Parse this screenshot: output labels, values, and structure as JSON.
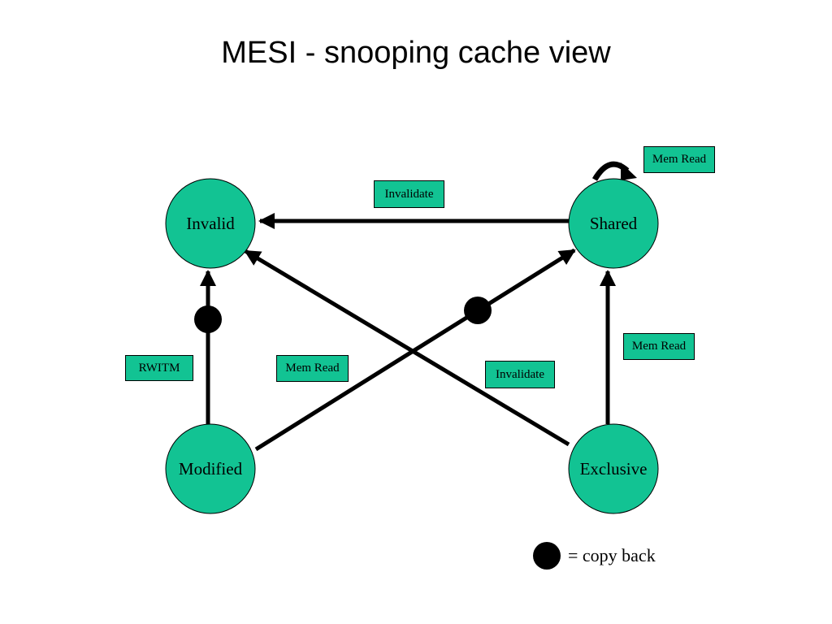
{
  "title": "MESI - snooping cache view",
  "colors": {
    "state_fill": "#12c393",
    "outline": "#000000",
    "arrow": "#000000",
    "label_fill": "#12c393"
  },
  "states": {
    "invalid": "Invalid",
    "shared": "Shared",
    "modified": "Modified",
    "exclusive": "Exclusive"
  },
  "transition_labels": {
    "shared_to_invalid": "Invalidate",
    "shared_self": "Mem Read",
    "modified_to_invalid": "RWITM",
    "modified_to_shared": "Mem Read",
    "exclusive_to_invalid": "Invalidate",
    "exclusive_to_shared": "Mem Read"
  },
  "legend": {
    "icon": "copy-back-dot-icon",
    "text": "= copy back"
  }
}
